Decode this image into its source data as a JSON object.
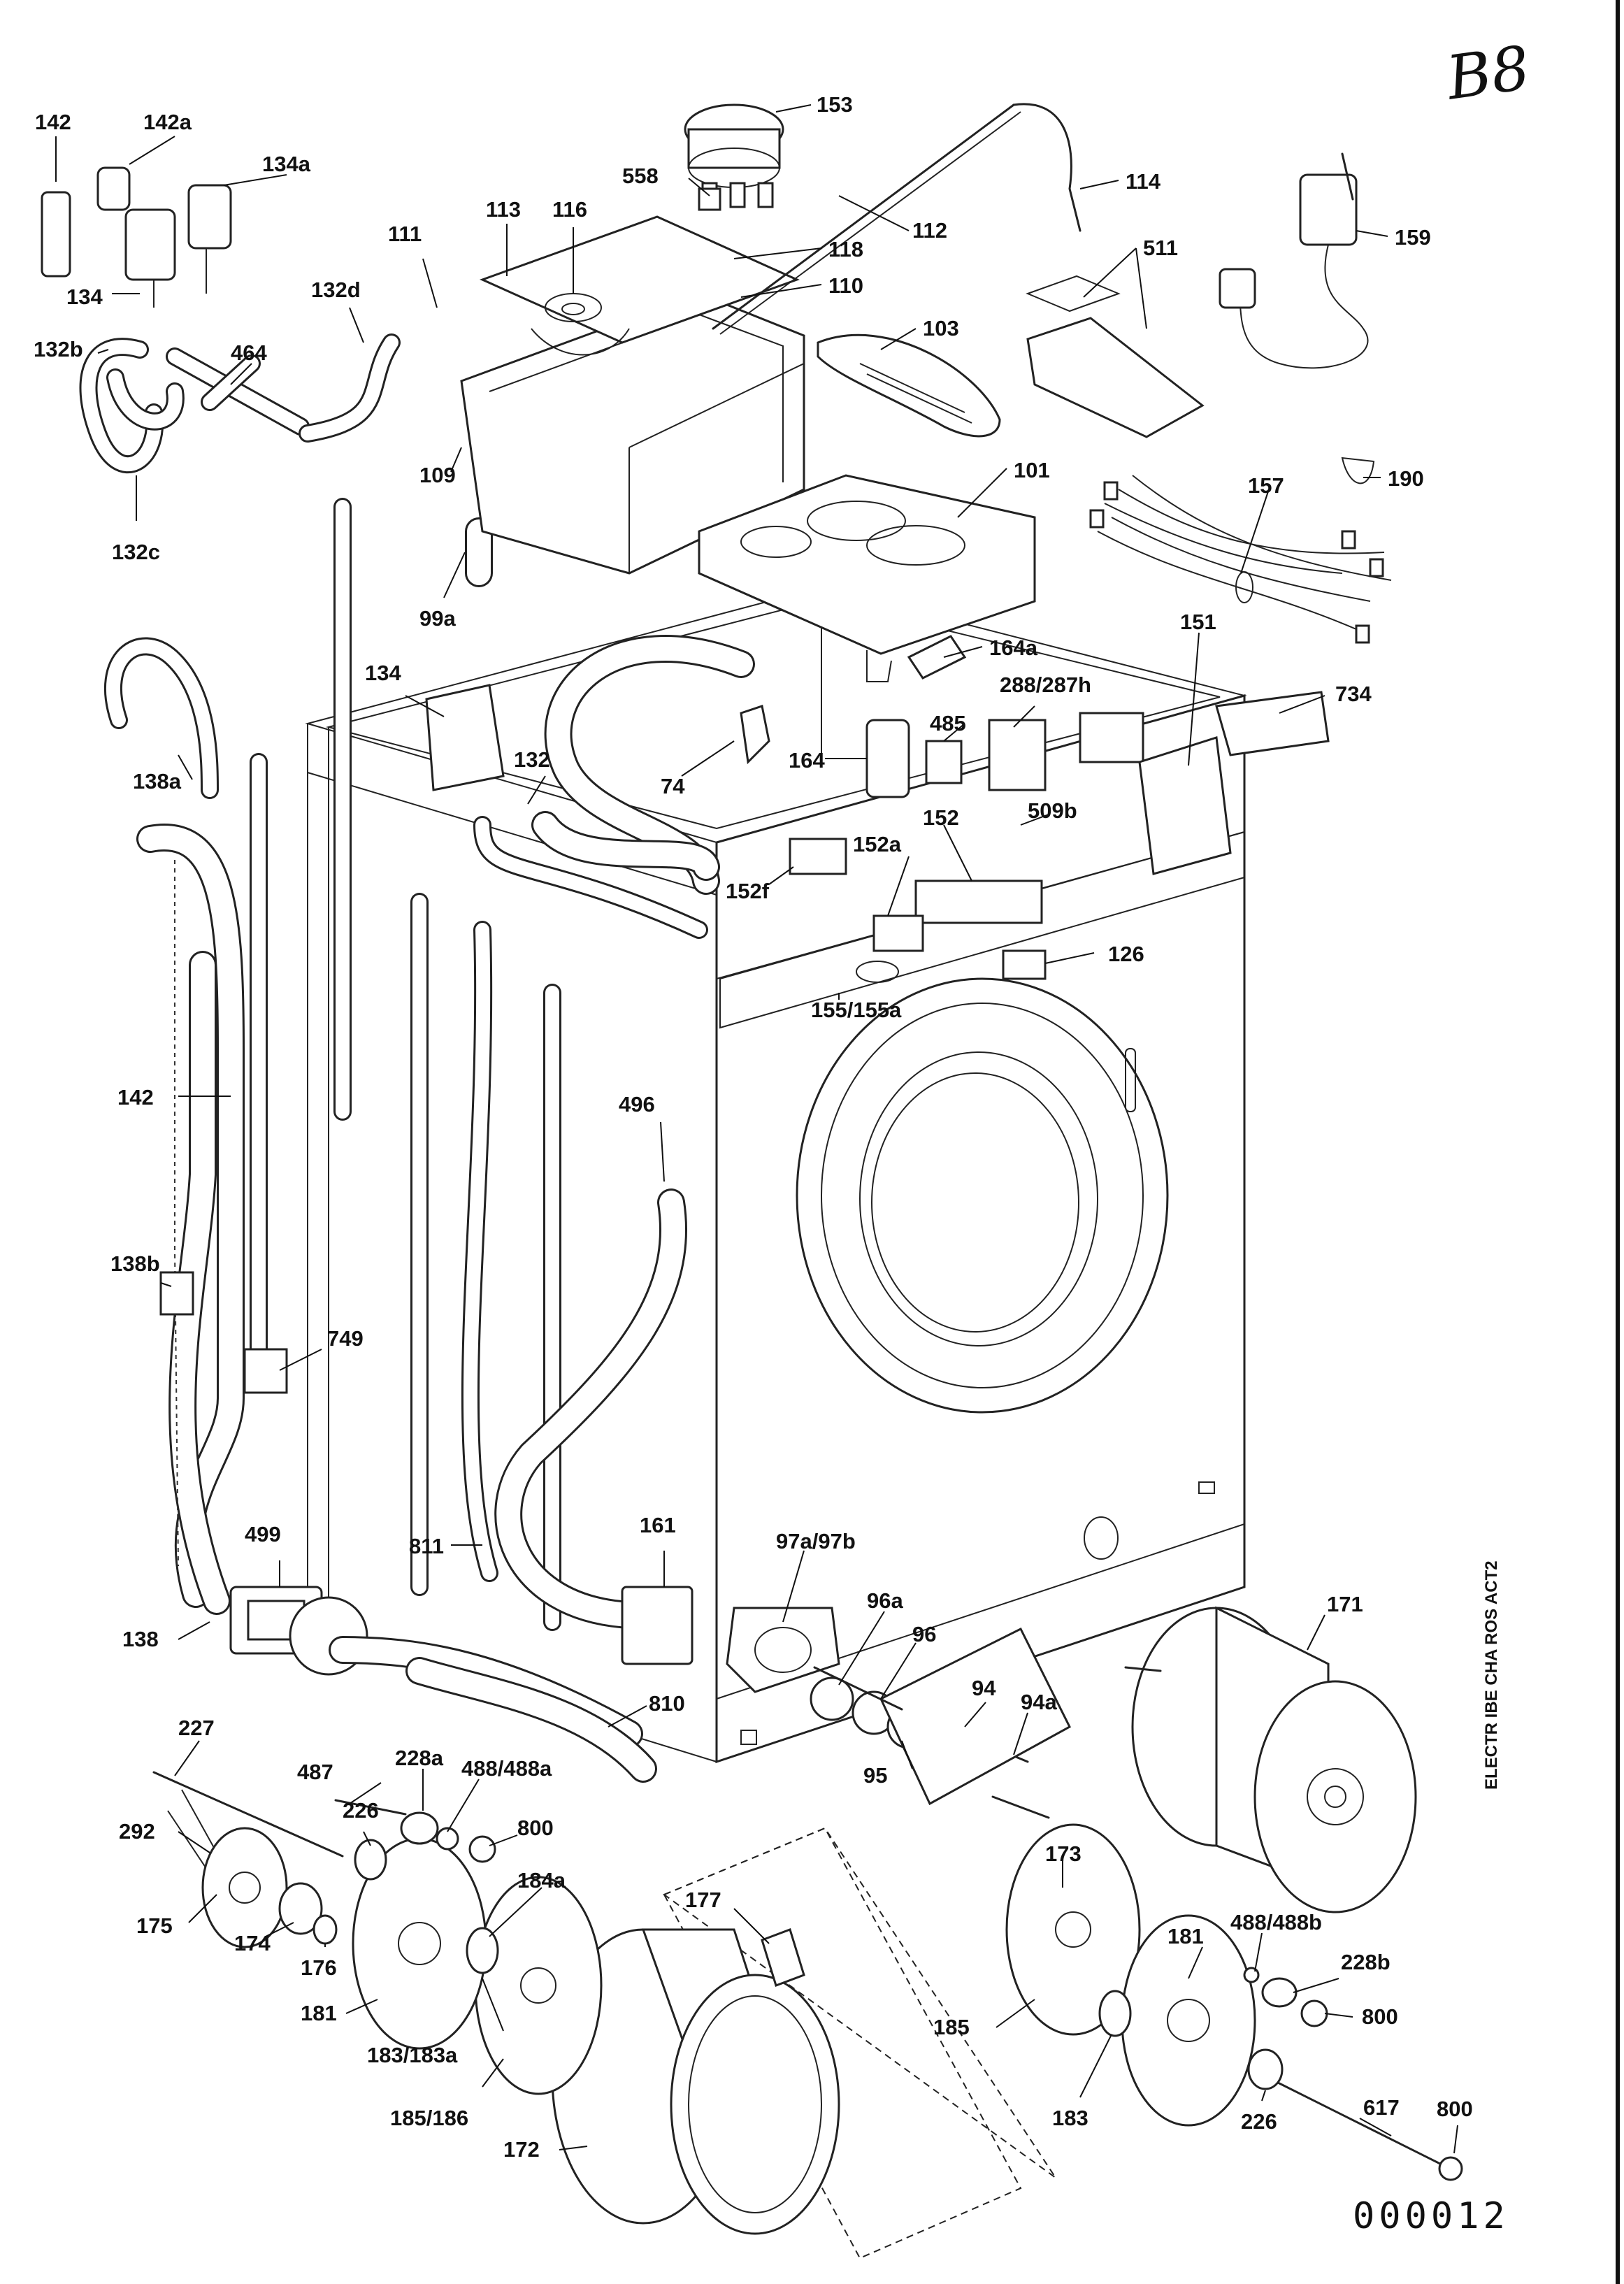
{
  "sheet": {
    "page_mark": "B8",
    "side_caption": "ELECTR IBE CHA ROS ACT2",
    "drawing_number": "000012"
  },
  "labels": {
    "p142_top": "142",
    "p142a": "142a",
    "p134a": "134a",
    "p134_top": "134",
    "p132b": "132b",
    "p464": "464",
    "p132c": "132c",
    "p132d": "132d",
    "p111": "111",
    "p113": "113",
    "p116": "116",
    "p558": "558",
    "p153": "153",
    "p118": "118",
    "p110": "110",
    "p112": "112",
    "p114": "114",
    "p159": "159",
    "p511": "511",
    "p103": "103",
    "p109": "109",
    "p99a": "99a",
    "p101": "101",
    "p157": "157",
    "p190": "190",
    "p138a": "138a",
    "p134_mid": "134",
    "p132_mid": "132",
    "p74": "74",
    "p164a": "164a",
    "p288": "288/287h",
    "p485": "485",
    "p151": "151",
    "p164": "164",
    "p734": "734",
    "p152": "152",
    "p509b": "509b",
    "p152a": "152a",
    "p152f": "152f",
    "p126": "126",
    "p155": "155/155a",
    "p142_mid": "142",
    "p496": "496",
    "p138b": "138b",
    "p749": "749",
    "p499": "499",
    "p161": "161",
    "p97a": "97a/97b",
    "p811": "811",
    "p138": "138",
    "p96a": "96a",
    "p96": "96",
    "p171": "171",
    "p94": "94",
    "p94a": "94a",
    "p810": "810",
    "p95": "95",
    "p227": "227",
    "p487": "487",
    "p228a": "228a",
    "p488a": "488/488a",
    "p226_l": "226",
    "p292": "292",
    "p800_l": "800",
    "p184a": "184a",
    "p175": "175",
    "p174": "174",
    "p176": "176",
    "p173": "173",
    "p181_l": "181",
    "p183a": "183/183a",
    "p177": "177",
    "p181_r": "181",
    "p488b": "488/488b",
    "p228b": "228b",
    "p185": "185",
    "p800_r": "800",
    "p185_186": "185/186",
    "p183": "183",
    "p226_r": "226",
    "p617": "617",
    "p800_b": "800",
    "p172": "172"
  },
  "colors": {
    "ink": "#111111",
    "paper": "#ffffff"
  }
}
